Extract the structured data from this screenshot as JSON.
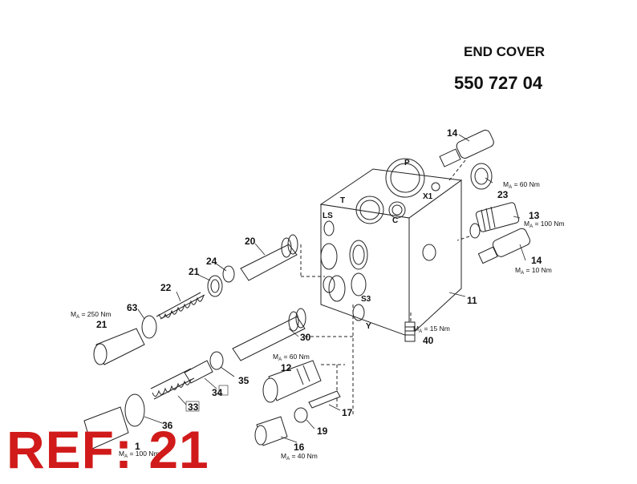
{
  "title": {
    "line1": "END COVER",
    "line2": "550 727 04"
  },
  "ref_label": "REF: 21",
  "ports": {
    "p": "P",
    "x1": "X1",
    "t": "T",
    "c": "C",
    "ls": "LS",
    "s3": "S3",
    "y": "Y"
  },
  "parts": {
    "p14a": "14",
    "p23": "23",
    "p13": "13",
    "p14b": "14",
    "p11": "11",
    "p40": "40",
    "p20": "20",
    "p24": "24",
    "p21a": "21",
    "p22": "22",
    "p63": "63",
    "p21b": "21",
    "p30": "30",
    "p12": "12",
    "p35": "35",
    "p34": "34",
    "p33": "33",
    "p17": "17",
    "p36": "36",
    "p19": "19",
    "p16": "16",
    "p1": "1"
  },
  "torques": {
    "p23": "M",
    "p23_sub": "A",
    "p23_val": " = 60 Nm",
    "p13": "M",
    "p13_sub": "A",
    "p13_val": " = 100 Nm",
    "p14": "M",
    "p14_sub": "A",
    "p14_val": " = 10 Nm",
    "p40": "M",
    "p40_sub": "A",
    "p40_val": " = 15 Nm",
    "p21": "M",
    "p21_sub": "A",
    "p21_val": " = 250 Nm",
    "p12": "M",
    "p12_sub": "A",
    "p12_val": " = 60 Nm",
    "p16": "M",
    "p16_sub": "A",
    "p16_val": " = 40 Nm",
    "p1": "M",
    "p1_sub": "A",
    "p1_val": " = 100 Nm"
  }
}
